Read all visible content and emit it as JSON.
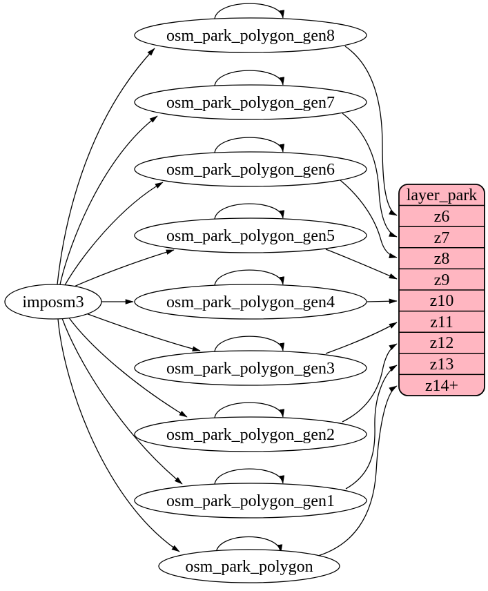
{
  "diagram": {
    "source": {
      "label": "imposm3"
    },
    "tables": [
      {
        "label": "osm_park_polygon_gen8",
        "zoom": "z6"
      },
      {
        "label": "osm_park_polygon_gen7",
        "zoom": "z7"
      },
      {
        "label": "osm_park_polygon_gen6",
        "zoom": "z8"
      },
      {
        "label": "osm_park_polygon_gen5",
        "zoom": "z9"
      },
      {
        "label": "osm_park_polygon_gen4",
        "zoom": "z10"
      },
      {
        "label": "osm_park_polygon_gen3",
        "zoom": "z11"
      },
      {
        "label": "osm_park_polygon_gen2",
        "zoom": "z12"
      },
      {
        "label": "osm_park_polygon_gen1",
        "zoom": "z13"
      },
      {
        "label": "osm_park_polygon",
        "zoom": "z14+"
      }
    ],
    "layer": {
      "title": "layer_park",
      "rows": [
        "z6",
        "z7",
        "z8",
        "z9",
        "z10",
        "z11",
        "z12",
        "z13",
        "z14+"
      ],
      "fill": "#ffb6c1",
      "stroke": "#000000"
    },
    "edges": [
      {
        "from": "imposm3",
        "to": "osm_park_polygon_gen8"
      },
      {
        "from": "imposm3",
        "to": "osm_park_polygon_gen7"
      },
      {
        "from": "imposm3",
        "to": "osm_park_polygon_gen6"
      },
      {
        "from": "imposm3",
        "to": "osm_park_polygon_gen5"
      },
      {
        "from": "imposm3",
        "to": "osm_park_polygon_gen4"
      },
      {
        "from": "imposm3",
        "to": "osm_park_polygon_gen3"
      },
      {
        "from": "imposm3",
        "to": "osm_park_polygon_gen2"
      },
      {
        "from": "imposm3",
        "to": "osm_park_polygon_gen1"
      },
      {
        "from": "imposm3",
        "to": "osm_park_polygon"
      },
      {
        "from": "osm_park_polygon_gen8",
        "to": "osm_park_polygon_gen8"
      },
      {
        "from": "osm_park_polygon_gen7",
        "to": "osm_park_polygon_gen7"
      },
      {
        "from": "osm_park_polygon_gen6",
        "to": "osm_park_polygon_gen6"
      },
      {
        "from": "osm_park_polygon_gen5",
        "to": "osm_park_polygon_gen5"
      },
      {
        "from": "osm_park_polygon_gen4",
        "to": "osm_park_polygon_gen4"
      },
      {
        "from": "osm_park_polygon_gen3",
        "to": "osm_park_polygon_gen3"
      },
      {
        "from": "osm_park_polygon_gen2",
        "to": "osm_park_polygon_gen2"
      },
      {
        "from": "osm_park_polygon_gen1",
        "to": "osm_park_polygon_gen1"
      },
      {
        "from": "osm_park_polygon",
        "to": "osm_park_polygon"
      },
      {
        "from": "osm_park_polygon_gen8",
        "to": "layer_park:z6"
      },
      {
        "from": "osm_park_polygon_gen7",
        "to": "layer_park:z7"
      },
      {
        "from": "osm_park_polygon_gen6",
        "to": "layer_park:z8"
      },
      {
        "from": "osm_park_polygon_gen5",
        "to": "layer_park:z9"
      },
      {
        "from": "osm_park_polygon_gen4",
        "to": "layer_park:z10"
      },
      {
        "from": "osm_park_polygon_gen3",
        "to": "layer_park:z11"
      },
      {
        "from": "osm_park_polygon_gen2",
        "to": "layer_park:z12"
      },
      {
        "from": "osm_park_polygon_gen1",
        "to": "layer_park:z13"
      },
      {
        "from": "osm_park_polygon",
        "to": "layer_park:z14+"
      }
    ]
  }
}
